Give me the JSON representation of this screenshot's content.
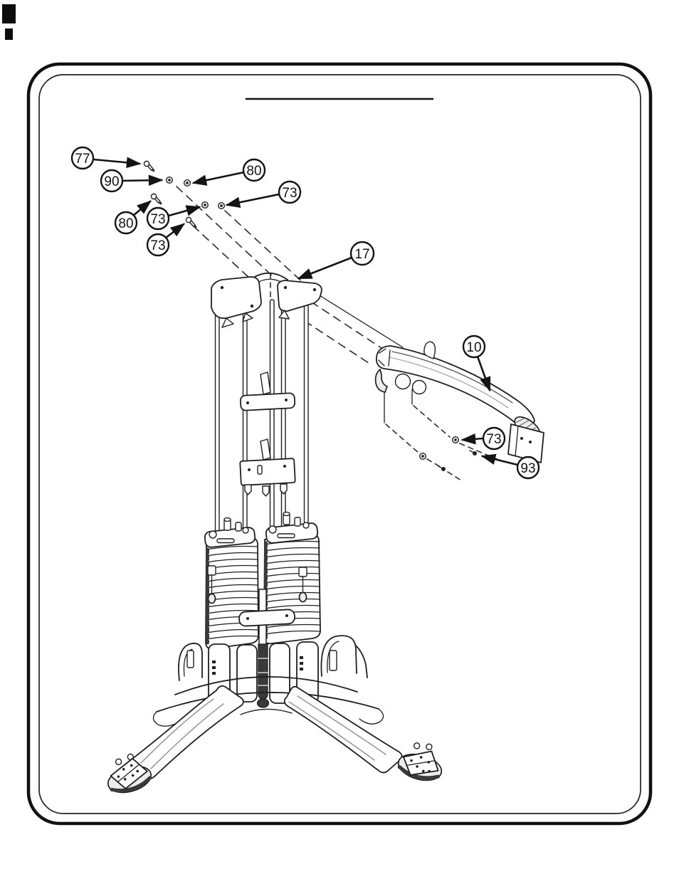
{
  "colors": {
    "ink": "#1f1f1f",
    "paper": "#ffffff",
    "shade": "#e8e8e8",
    "highlight_gray": "#9a9a9a",
    "dark_fill": "#3a3a3a"
  },
  "callouts": [
    {
      "id": "77",
      "label": "77"
    },
    {
      "id": "90",
      "label": "90"
    },
    {
      "id": "80-upper",
      "label": "80"
    },
    {
      "id": "73-upper-right",
      "label": "73"
    },
    {
      "id": "80-lower",
      "label": "80"
    },
    {
      "id": "73-middle",
      "label": "73"
    },
    {
      "id": "73-lower",
      "label": "73"
    },
    {
      "id": "17",
      "label": "17"
    },
    {
      "id": "10",
      "label": "10"
    },
    {
      "id": "73-arm",
      "label": "73"
    },
    {
      "id": "93",
      "label": "93"
    }
  ]
}
